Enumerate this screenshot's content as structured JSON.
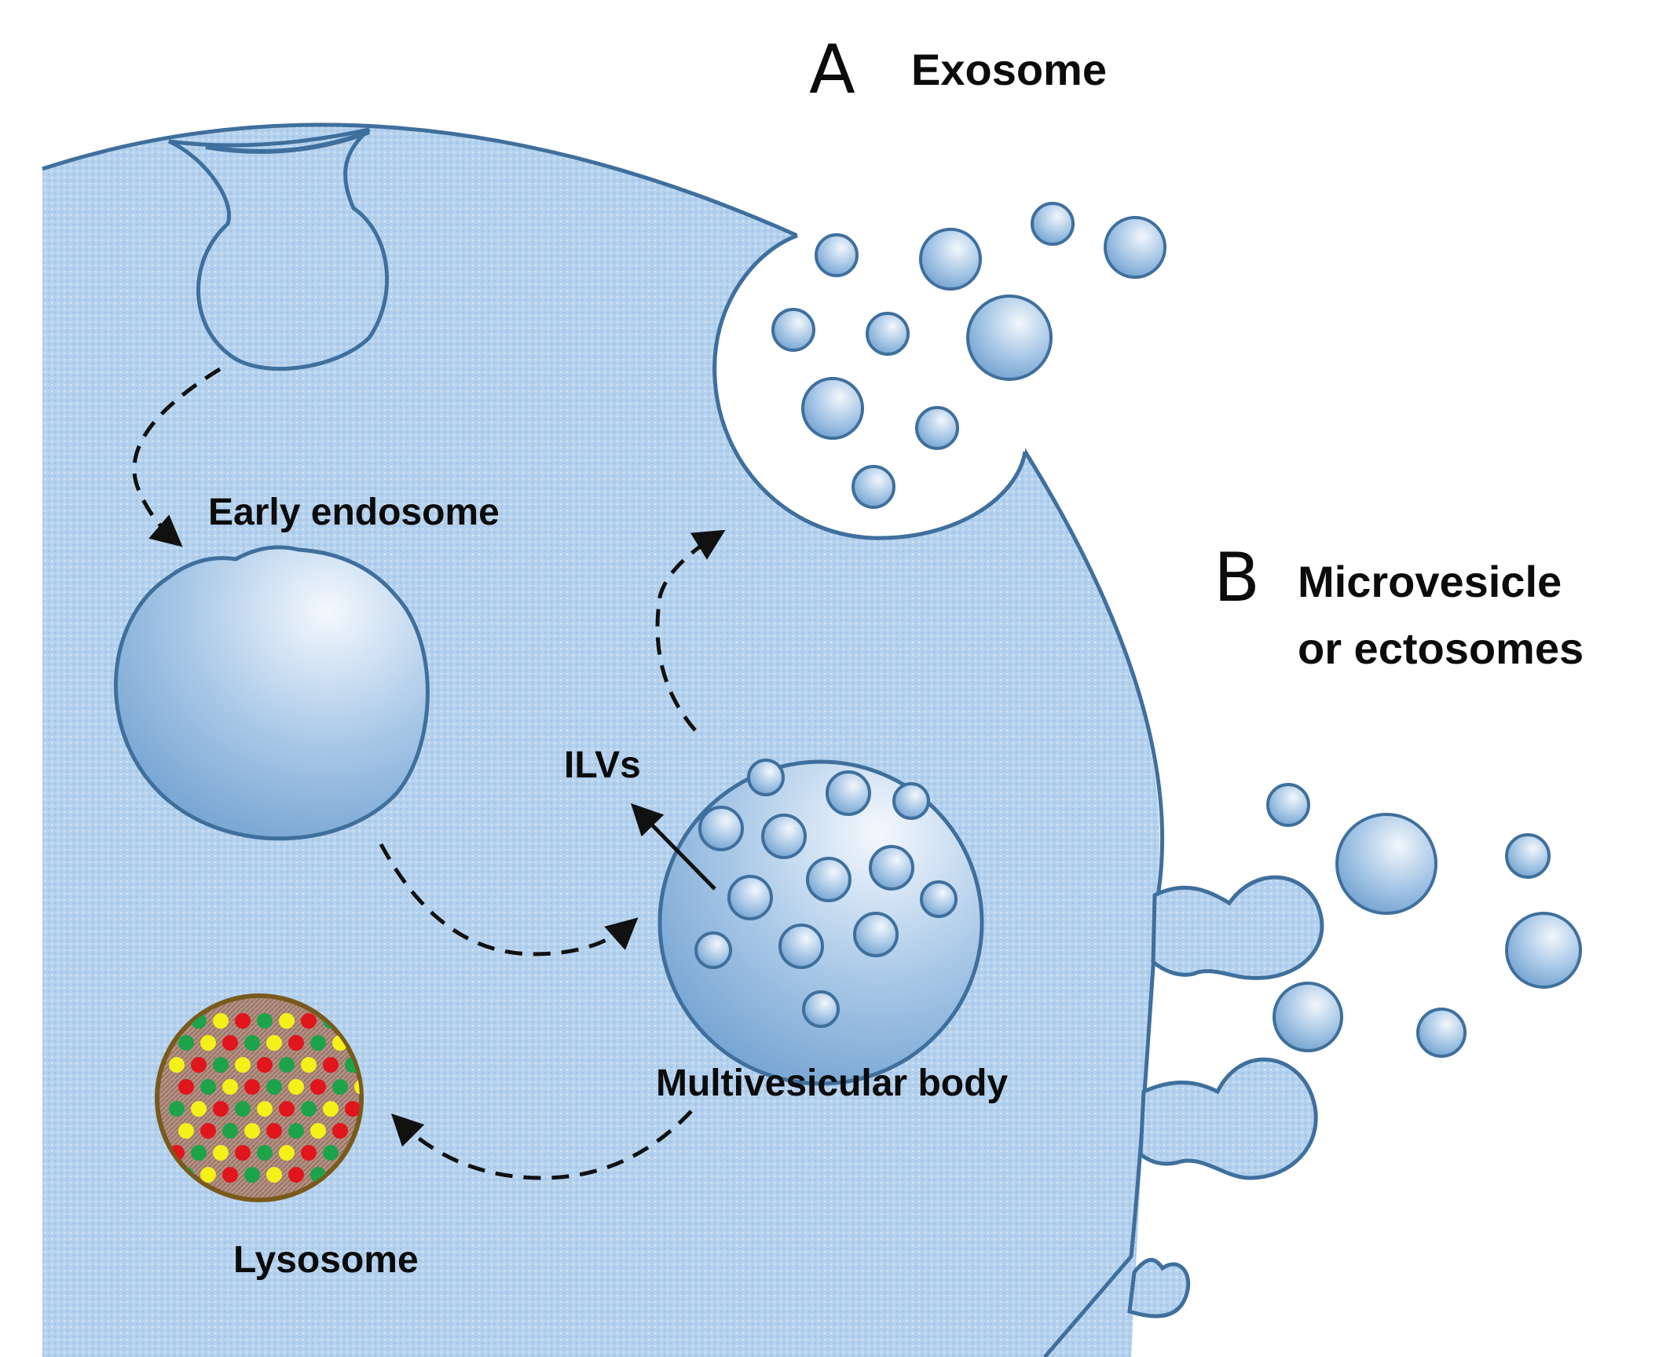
{
  "labels": {
    "panel_a_letter": "A",
    "panel_a_title": "Exosome",
    "panel_b_letter": "B",
    "panel_b_title_line1": "Microvesicle",
    "panel_b_title_line2": "or ectosomes",
    "early_endosome": "Early endosome",
    "ilvs": "ILVs",
    "multivesicular_body": "Multivesicular body",
    "lysosome": "Lysosome"
  },
  "colors": {
    "cytoplasm": "#b4d1ee",
    "membrane": "#3f6f9c",
    "vesicle_light": "#e6f0fa",
    "vesicle_dark": "#6b9dcd",
    "lysosome_fill": "#a8877a",
    "lysosome_border": "#7a5a1c",
    "dot_red": "#e0161c",
    "dot_green": "#1da34a",
    "dot_yellow": "#f5ef1a",
    "arrow": "#111111"
  }
}
